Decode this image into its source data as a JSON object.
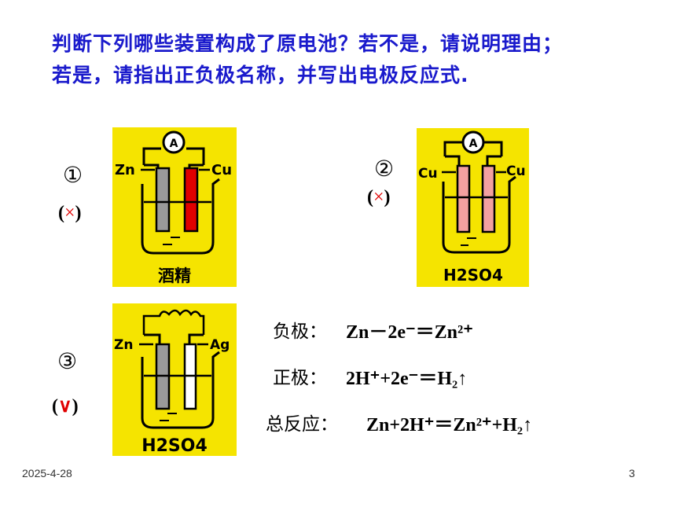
{
  "slide": {
    "title_line1": "判断下列哪些装置构成了原电池？若不是，请说明理由；",
    "title_line2": "若是，请指出正负极名称，并写出电极反应式.",
    "date": "2025-4-28",
    "page_number": "3"
  },
  "devices": [
    {
      "number": "①",
      "verdict_open": "(",
      "verdict_mark": "×",
      "verdict_close": ")",
      "left_electrode": "Zn",
      "right_electrode": "Cu",
      "meter": "A",
      "solution": "酒精"
    },
    {
      "number": "②",
      "verdict_open": "(",
      "verdict_mark": "×",
      "verdict_close": ")",
      "left_electrode": "Cu",
      "right_electrode": "Cu",
      "meter": "A",
      "solution": "H2SO4"
    },
    {
      "number": "③",
      "verdict_open": "(",
      "verdict_mark": "∨",
      "verdict_close": ")",
      "left_electrode": "Zn",
      "right_electrode": "Ag",
      "solution": "H2SO4"
    }
  ],
  "equations": {
    "negative_label": "负极：",
    "negative": "Zn－2e⁻＝Zn²⁺",
    "positive_label": "正极：",
    "positive": "2H⁺+2e⁻＝H₂↑",
    "total_label": "总反应：",
    "total": "Zn+2H⁺＝Zn²⁺+H₂↑"
  },
  "colors": {
    "title": "#1a1acc",
    "panel": "#f5e400",
    "zinc": "#9a9a9a",
    "copper_red": "#e00000",
    "copper_pink": "#f3a0a0",
    "mark": "#e00000"
  }
}
